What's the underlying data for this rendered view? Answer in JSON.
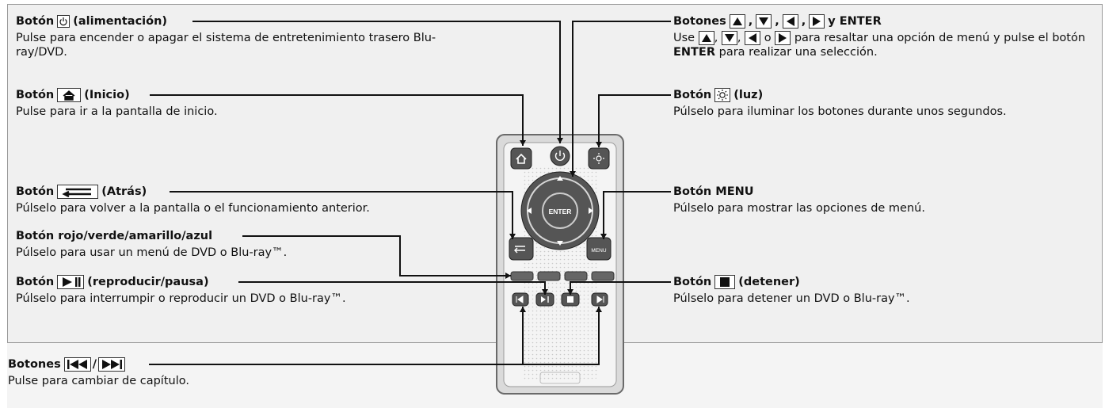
{
  "callouts": {
    "power": {
      "title_pre": "Botón",
      "title_post": "(alimentación)",
      "desc": "Pulse para encender o apagar el sistema de entretenimiento trasero Blu-ray/DVD."
    },
    "home": {
      "title_pre": "Botón",
      "title_post": "(Inicio)",
      "desc": "Pulse para ir a la pantalla de inicio."
    },
    "back": {
      "title_pre": "Botón",
      "title_post": "(Atrás)",
      "desc": "Púlselo para volver a la pantalla o el funcionamiento anterior."
    },
    "color": {
      "title": "Botón rojo/verde/amarillo/azul",
      "desc": "Púlselo para usar un menú de DVD o Blu-ray™."
    },
    "playpause": {
      "title_pre": "Botón",
      "title_post": "(reproducir/pausa)",
      "desc": "Púlselo para interrumpir o reproducir un DVD o Blu-ray™."
    },
    "skip": {
      "title_pre": "Botones",
      "title_post": "",
      "desc": "Pulse para cambiar de capítulo."
    },
    "arrows": {
      "title_pre": "Botones",
      "title_post": "y ENTER",
      "desc_use": "Use",
      "desc_o": "o",
      "desc_mid": "para resaltar una opción de menú y pulse el botón",
      "desc_enter": "ENTER",
      "desc_end": "para realizar una selección."
    },
    "light": {
      "title_pre": "Botón",
      "title_post": "(luz)",
      "desc": "Púlselo para iluminar los botones durante unos segundos."
    },
    "menu": {
      "title": "Botón MENU",
      "desc": "Púlselo para mostrar las opciones de menú."
    },
    "stop": {
      "title_pre": "Botón",
      "title_post": "(detener)",
      "desc": "Púlselo para detener un DVD o Blu-ray™."
    }
  },
  "remote": {
    "enter_label": "ENTER",
    "menu_label": "MENU"
  }
}
